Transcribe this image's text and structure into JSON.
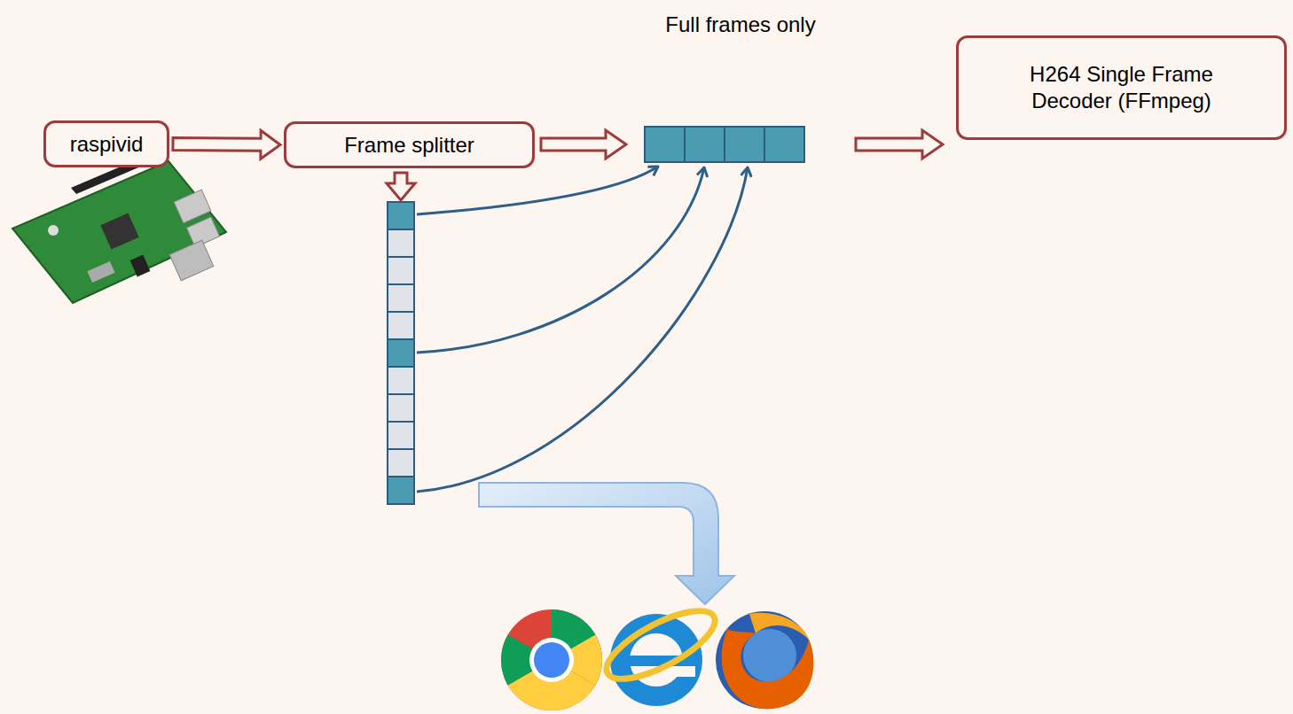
{
  "diagram": {
    "nodes": [
      {
        "text": [
          "raspivid"
        ]
      },
      {
        "text": [
          "Frame splitter"
        ]
      },
      {
        "text": [
          "H264 Single Frame Decoder (FFmpeg)"
        ]
      }
    ],
    "edges": [
      {
        "from": 0,
        "to": 1,
        "arrow": "to"
      }
    ],
    "labels": [
      "Full frames only"
    ]
  }
}
